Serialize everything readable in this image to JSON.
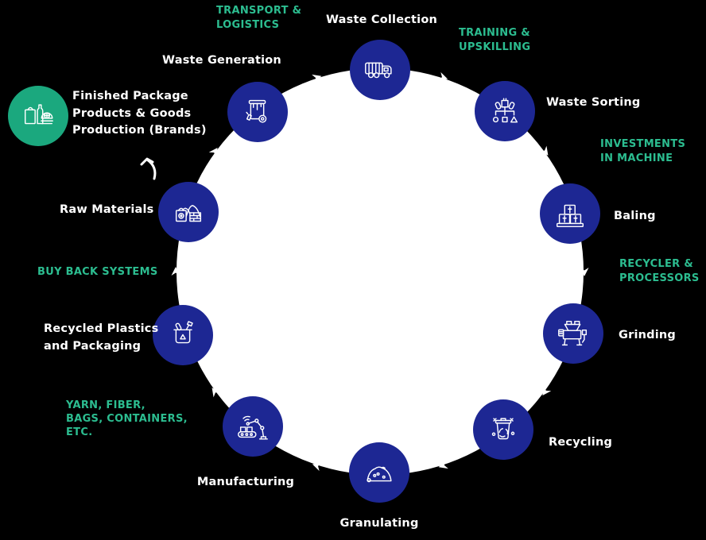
{
  "colors": {
    "background": "#000000",
    "cycle_circle": "#ffffff",
    "node_blue": "#1d2793",
    "brand_green": "#1ba87e",
    "accent_green_text": "#2cbd90",
    "label_white": "#ffffff"
  },
  "cycle": {
    "stages": [
      {
        "label": "Waste Generation",
        "icon": "waste-bin-drip-icon"
      },
      {
        "label": "Waste Collection",
        "icon": "garbage-truck-icon"
      },
      {
        "label": "Waste Sorting",
        "icon": "waste-sorting-icon"
      },
      {
        "label": "Baling",
        "icon": "bales-stack-icon"
      },
      {
        "label": "Grinding",
        "icon": "grinding-machine-icon"
      },
      {
        "label": "Recycling",
        "icon": "recycle-bin-icon"
      },
      {
        "label": "Granulating",
        "icon": "granules-pile-icon"
      },
      {
        "label": "Manufacturing",
        "icon": "robot-arm-conveyor-icon"
      },
      {
        "label": "Recycled Plastics and Packaging",
        "lines": [
          "Recycled Plastics",
          "and Packaging"
        ],
        "icon": "open-recycle-bin-icon"
      },
      {
        "label": "Raw Materials",
        "icon": "raw-materials-icon"
      }
    ],
    "brand": {
      "label": "Finished Package Products & Goods Production (Brands)",
      "lines": [
        "Finished Package",
        "Products & Goods",
        "Production (Brands)"
      ],
      "icon": "package-goods-icon"
    },
    "connector_labels": [
      {
        "name": "transport-logistics",
        "lines": [
          "TRANSPORT &",
          "LOGISTICS"
        ]
      },
      {
        "name": "training-upskilling",
        "lines": [
          "TRAINING &",
          "UPSKILLING"
        ]
      },
      {
        "name": "investments-machine",
        "lines": [
          "INVESTMENTS",
          "IN MACHINE"
        ]
      },
      {
        "name": "recycler-processors",
        "lines": [
          "RECYCLER &",
          "PROCESSORS"
        ]
      },
      {
        "name": "buy-back-systems",
        "lines": [
          "BUY BACK SYSTEMS"
        ]
      },
      {
        "name": "yarn-fiber-bags",
        "lines": [
          "YARN, FIBER,",
          "BAGS, CONTAINERS,",
          "ETC."
        ]
      }
    ]
  }
}
